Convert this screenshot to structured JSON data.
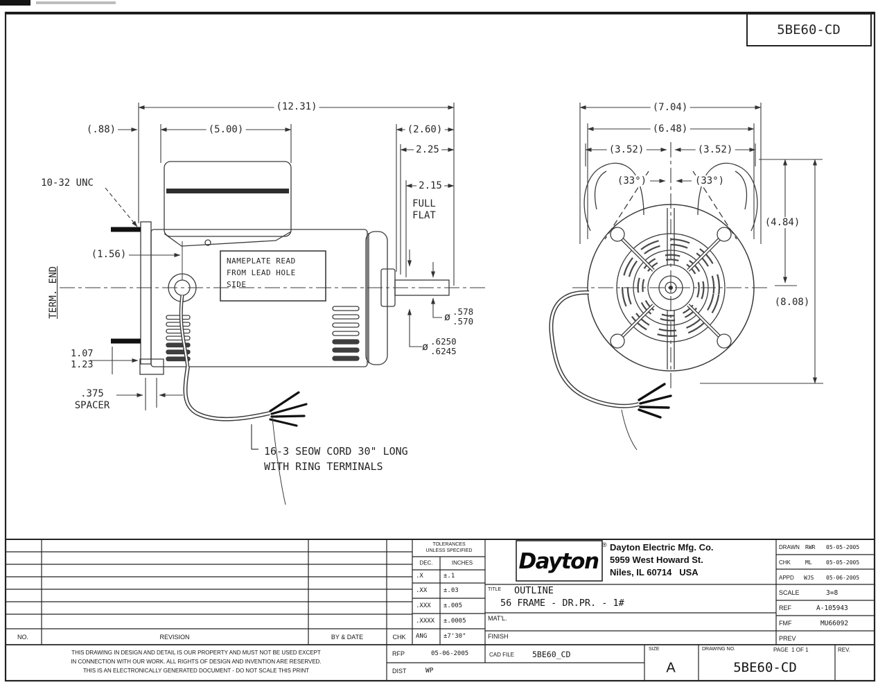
{
  "frame": {
    "drawing_no_top": "5BE60-CD"
  },
  "side": {
    "overall": "(12.31)",
    "overhang": "(.88)",
    "cover": "(5.00)",
    "shaft_total": "(2.60)",
    "s225": "2.25",
    "s215": "2.15",
    "full_flat": "FULL\nFLAT",
    "thread": "10-32 UNC",
    "term_offset": "(1.56)",
    "term_end": "TERM. END",
    "nameplate": "NAMEPLATE READ\nFROM LEAD HOLE\nSIDE",
    "dia_sym": "ø",
    "dia1_top": ".578",
    "dia1_bot": ".570",
    "dia2_top": ".6250",
    "dia2_bot": ".6245",
    "stud_top": "1.07",
    "stud_bot": "1.23",
    "spacer": ".375\nSPACER",
    "cord_note": "16-3 SEOW CORD 30\" LONG\nWITH RING TERMINALS"
  },
  "end": {
    "w1": "(7.04)",
    "w2": "(6.48)",
    "half_l": "(3.52)",
    "half_r": "(3.52)",
    "ang_l": "(33°)",
    "ang_r": "(33°)",
    "h1": "(4.84)",
    "h2": "(8.08)"
  },
  "tol": {
    "header": "TOLERANCES\nUNLESS SPECIFIED",
    "dec": "DEC.",
    "inches": "INCHES",
    "rows": [
      {
        "d": ".X",
        "i": "±.1"
      },
      {
        "d": ".XX",
        "i": "±.03"
      },
      {
        "d": ".XXX",
        "i": "±.005"
      },
      {
        "d": ".XXXX",
        "i": "±.0005"
      },
      {
        "d": "ANG",
        "i": "±7'30\""
      }
    ]
  },
  "rev": {
    "no": "NO.",
    "revision": "REVISION",
    "by_date": "BY & DATE",
    "chk": "CHK"
  },
  "company": {
    "logo": "Dayton",
    "reg": "®",
    "name": "Dayton Electric Mfg. Co.",
    "addr1": "5959 West Howard St.",
    "addr2": "Niles, IL 60714   USA"
  },
  "title": {
    "label": "TITLE",
    "line1": "OUTLINE",
    "line2": "56 FRAME - DR.PR. - 1#",
    "matl": "MAT'L.",
    "finish": "FINISH"
  },
  "info": {
    "drawn_label": "DRAWN",
    "drawn_by": "RWR",
    "drawn_date": "05-05-2005",
    "chk_label": "CHK",
    "chk_by": "ML",
    "chk_date": "05-05-2005",
    "appd_label": "APPD",
    "appd_by": "WJS",
    "appd_date": "05-06-2005",
    "scale_label": "SCALE",
    "scale": "3=8",
    "ref_label": "REF",
    "ref": "A-105943",
    "fmf_label": "FMF",
    "fmf": "MU66092",
    "prev_label": "PREV"
  },
  "bottom": {
    "notes": "THIS DRAWING IN DESIGN AND DETAIL IS OUR PROPERTY AND MUST NOT BE USED EXCEPT\nIN CONNECTION WITH OUR WORK. ALL RIGHTS OF DESIGN AND INVENTION ARE RESERVED.\nTHIS IS AN ELECTRONICALLY GENERATED DOCUMENT - DO NOT SCALE THIS PRINT",
    "rfp_label": "RFP",
    "rfp_date": "05-06-2005",
    "dist_label": "DIST",
    "dist": "WP",
    "cad_label": "CAD FILE",
    "cad": "5BE60_CD",
    "size_label": "SIZE",
    "size": "A",
    "dwg_label": "DRAWING NO.",
    "page": "PAGE  1 OF 1",
    "dwg_no": "5BE60-CD",
    "rev_label": "REV."
  }
}
